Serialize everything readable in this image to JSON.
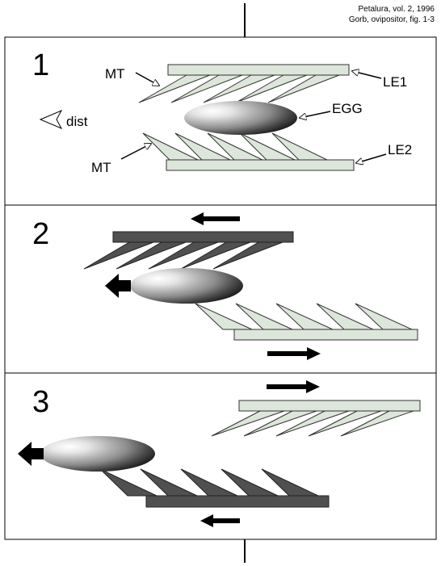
{
  "credit": {
    "line1": "Petalura, vol. 2, 1996",
    "line2": "Gorb, ovipositor, fig. 1-3"
  },
  "panels": [
    {
      "number": "1"
    },
    {
      "number": "2"
    },
    {
      "number": "3"
    }
  ],
  "labels": {
    "mt_top": "MT",
    "mt_bottom": "MT",
    "le1": "LE1",
    "le2": "LE2",
    "egg": "EGG",
    "dist": "dist"
  },
  "colors": {
    "light_blade": "#dde6da",
    "dark_blade": "#505050",
    "arrow": "#000000",
    "frame": "#000000"
  }
}
